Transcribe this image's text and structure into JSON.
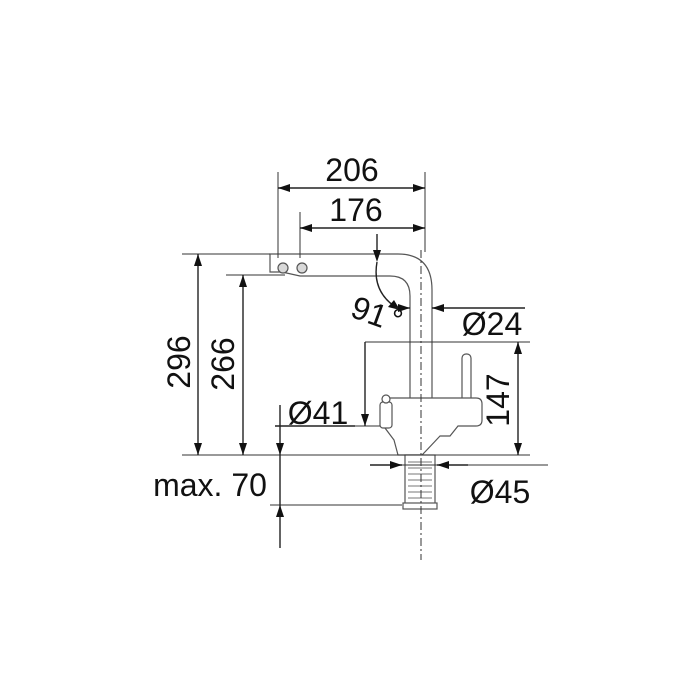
{
  "dimensions": {
    "width_overall": "206",
    "width_reach": "176",
    "angle": "91",
    "angle_degree": "°",
    "spout_diameter": "Ø24",
    "total_height": "296",
    "spout_height": "266",
    "body_diameter": "Ø41",
    "lever_height": "147",
    "base_diameter": "Ø45",
    "max_thickness": "max. 70"
  },
  "colors": {
    "line": "#222222",
    "part_outline": "#555555",
    "shade": "#d9d9d9"
  }
}
